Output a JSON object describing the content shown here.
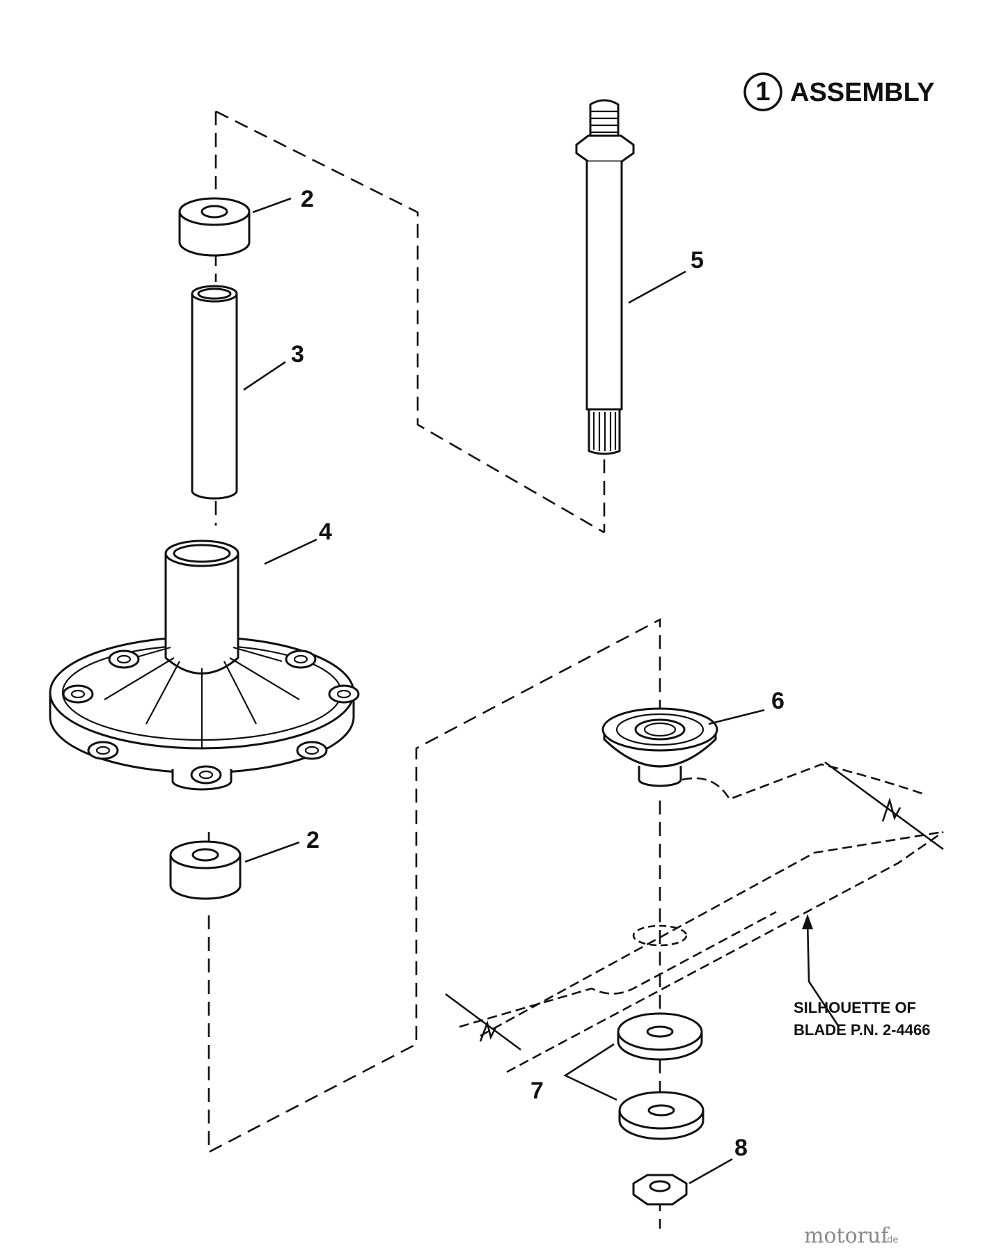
{
  "title": {
    "number": "1",
    "text": "ASSEMBLY"
  },
  "callouts": [
    "2",
    "3",
    "4",
    "5",
    "2",
    "6",
    "7",
    "8"
  ],
  "note": {
    "line1": "SILHOUETTE OF",
    "line2": "BLADE P.N. 2-4466"
  },
  "watermark": {
    "main": "motoruf",
    "suffix": ".de"
  },
  "colors": {
    "ink": "#111111",
    "watermark": "#8a8a8a"
  }
}
